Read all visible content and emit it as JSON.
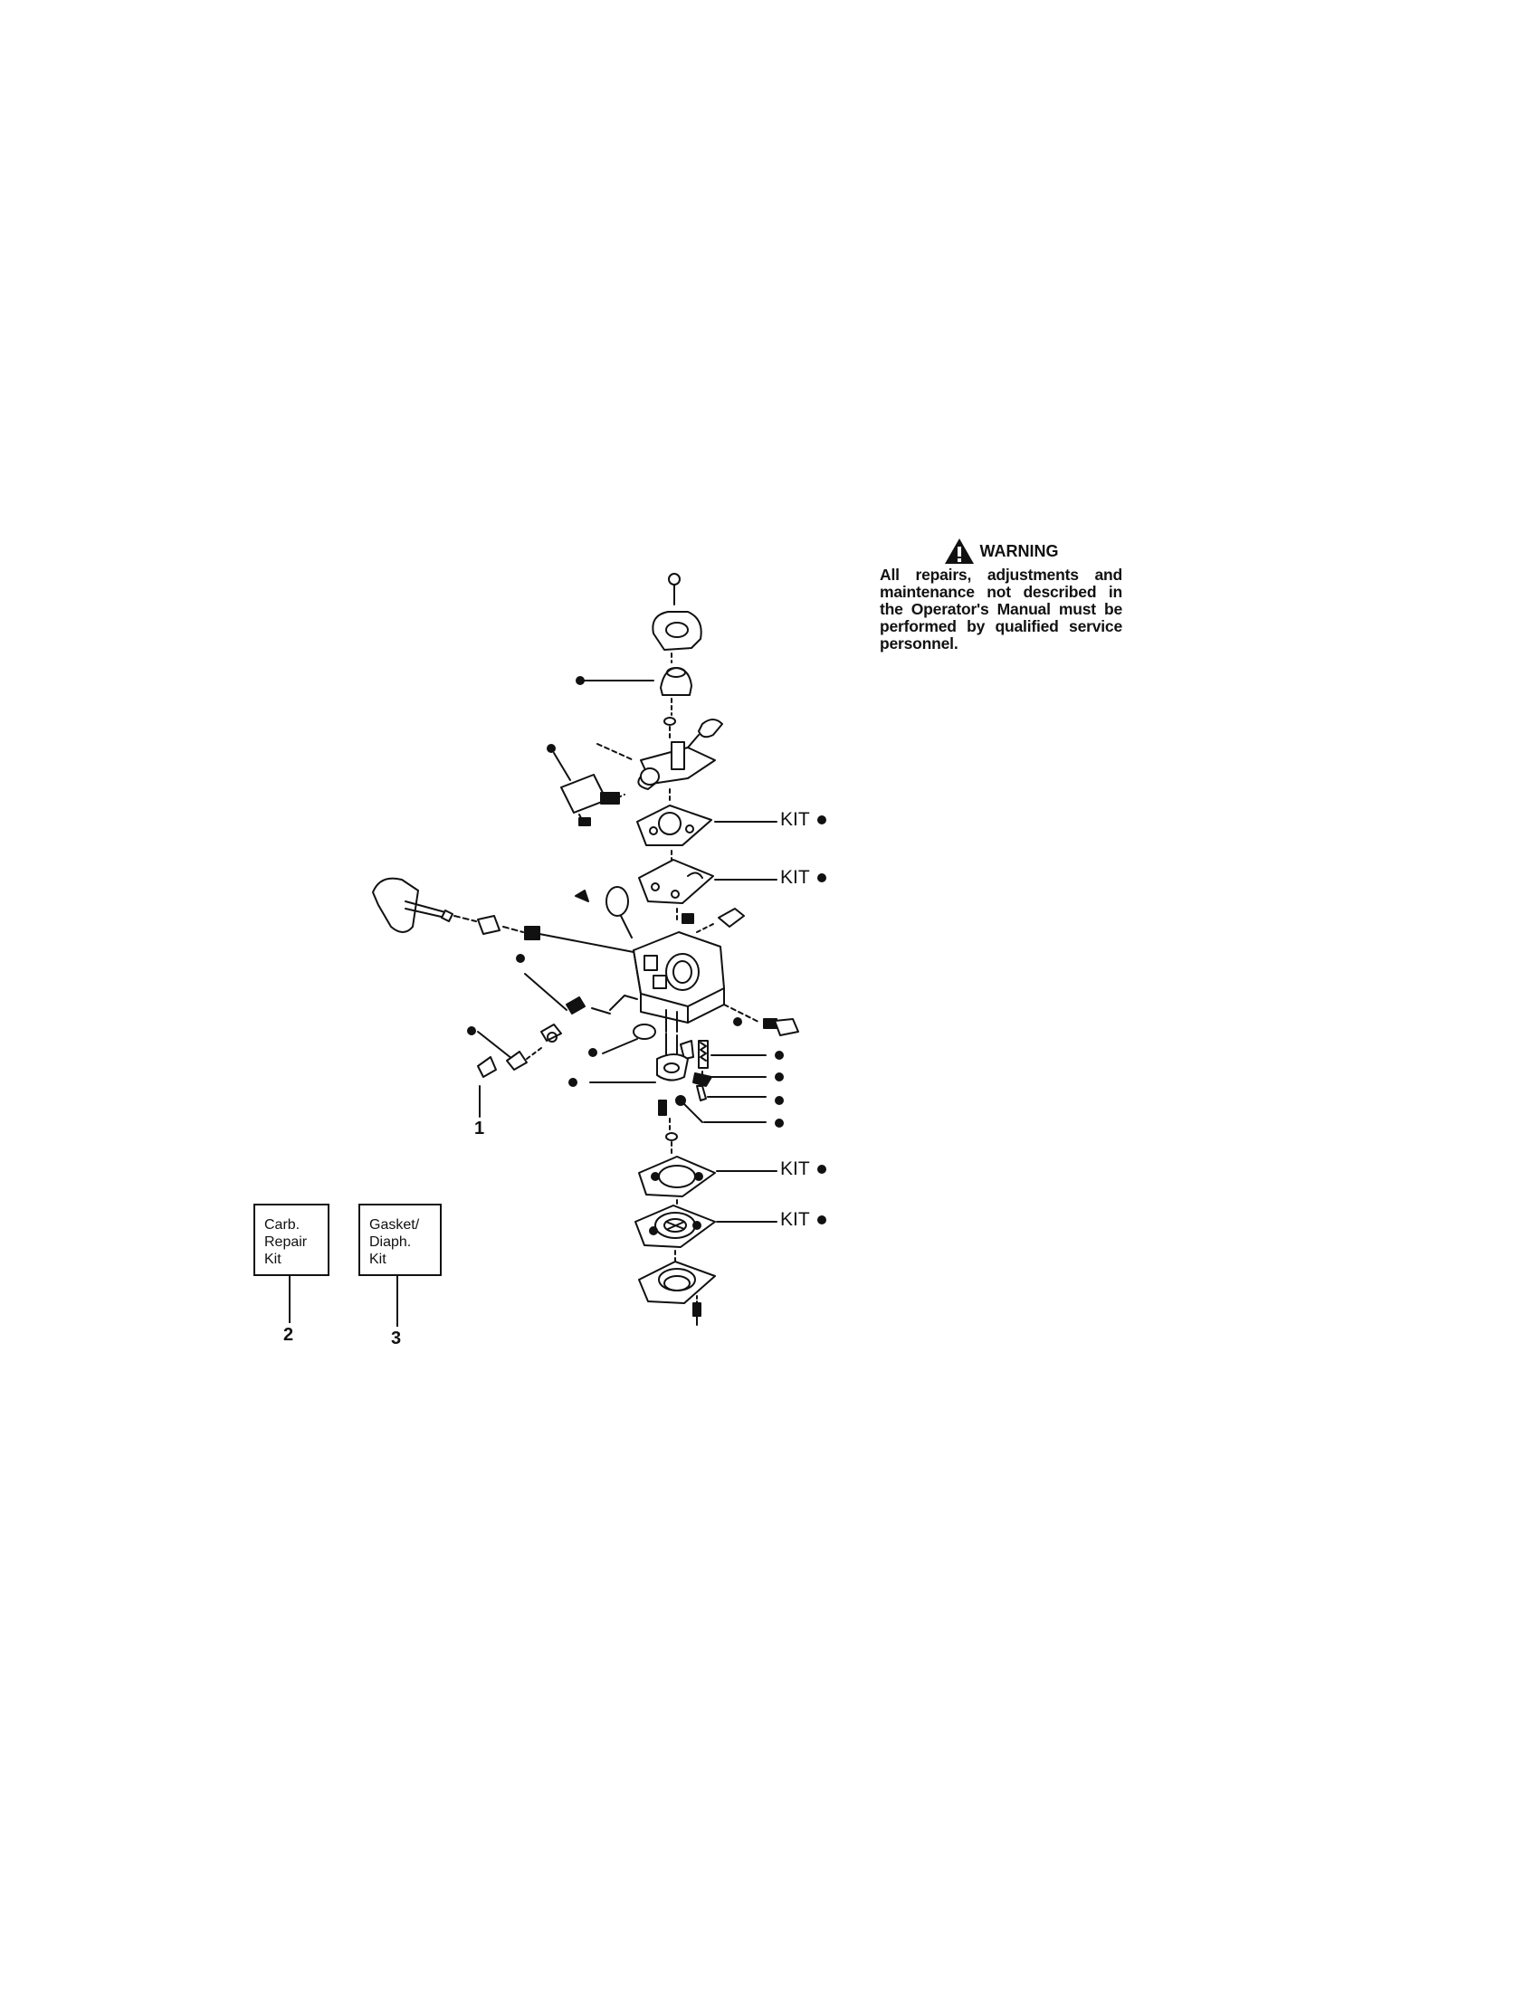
{
  "warning": {
    "icon": "warning-triangle-icon",
    "title": "WARNING",
    "text": "All repairs, adjustments and maintenance not described in the Operator's Manual must be performed by qualified service personnel."
  },
  "kit_callouts": [
    {
      "label": "KIT"
    },
    {
      "label": "KIT"
    },
    {
      "label": "KIT"
    },
    {
      "label": "KIT"
    }
  ],
  "reference_numbers": [
    "1",
    "2",
    "3"
  ],
  "kits": [
    {
      "name": "Carb. Repair Kit",
      "lines": [
        "Carb.",
        "Repair",
        "Kit"
      ]
    },
    {
      "name": "Gasket/ Diaph. Kit",
      "lines": [
        "Gasket/",
        "Diaph.",
        "Kit"
      ]
    }
  ]
}
